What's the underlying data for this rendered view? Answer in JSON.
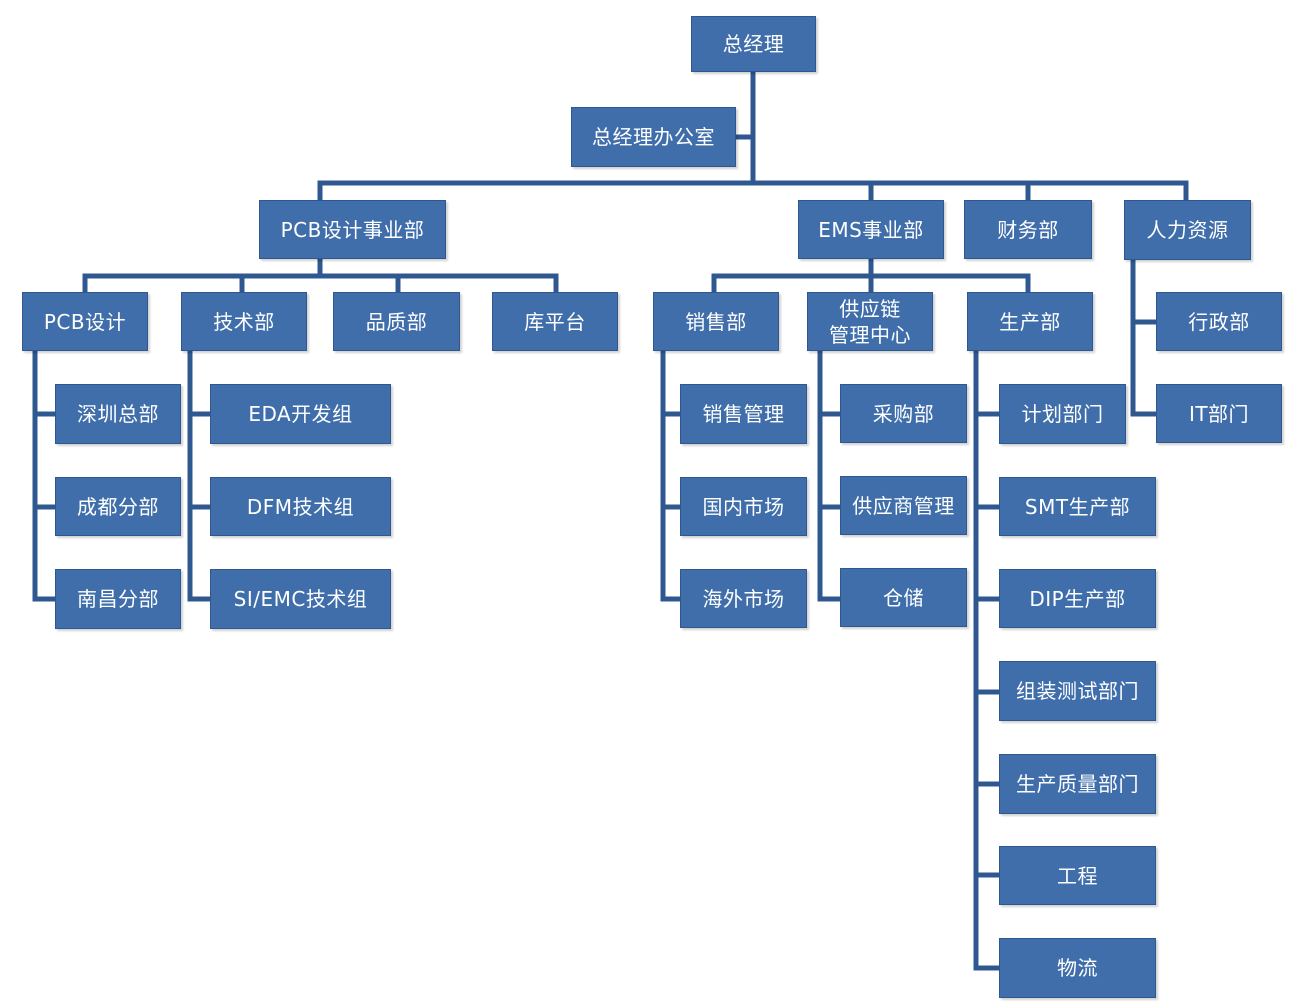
{
  "colors": {
    "box_fill": "#3f6eab",
    "line": "#2f5891",
    "text": "#ffffff"
  },
  "org": {
    "gm": "总经理",
    "gm_office": "总经理办公室",
    "pcb_bu": {
      "name": "PCB设计事业部",
      "pcb_design": {
        "name": "PCB设计",
        "children": [
          "深圳总部",
          "成都分部",
          "南昌分部"
        ]
      },
      "tech": {
        "name": "技术部",
        "children": [
          "EDA开发组",
          "DFM技术组",
          "SI/EMC技术组"
        ]
      },
      "quality": {
        "name": "品质部"
      },
      "library": {
        "name": "库平台"
      }
    },
    "ems_bu": {
      "name": "EMS事业部",
      "sales": {
        "name": "销售部",
        "children": [
          "销售管理",
          "国内市场",
          "海外市场"
        ]
      },
      "supply": {
        "name": "供应链\n管理中心",
        "children": [
          "采购部",
          "供应商管理",
          "仓储"
        ]
      },
      "production": {
        "name": "生产部",
        "children": [
          "计划部门",
          "SMT生产部",
          "DIP生产部",
          "组装测试部门",
          "生产质量部门",
          "工程",
          "物流"
        ]
      }
    },
    "finance": {
      "name": "财务部"
    },
    "hr": {
      "name": "人力资源",
      "children": [
        "行政部",
        "IT部门"
      ]
    }
  }
}
